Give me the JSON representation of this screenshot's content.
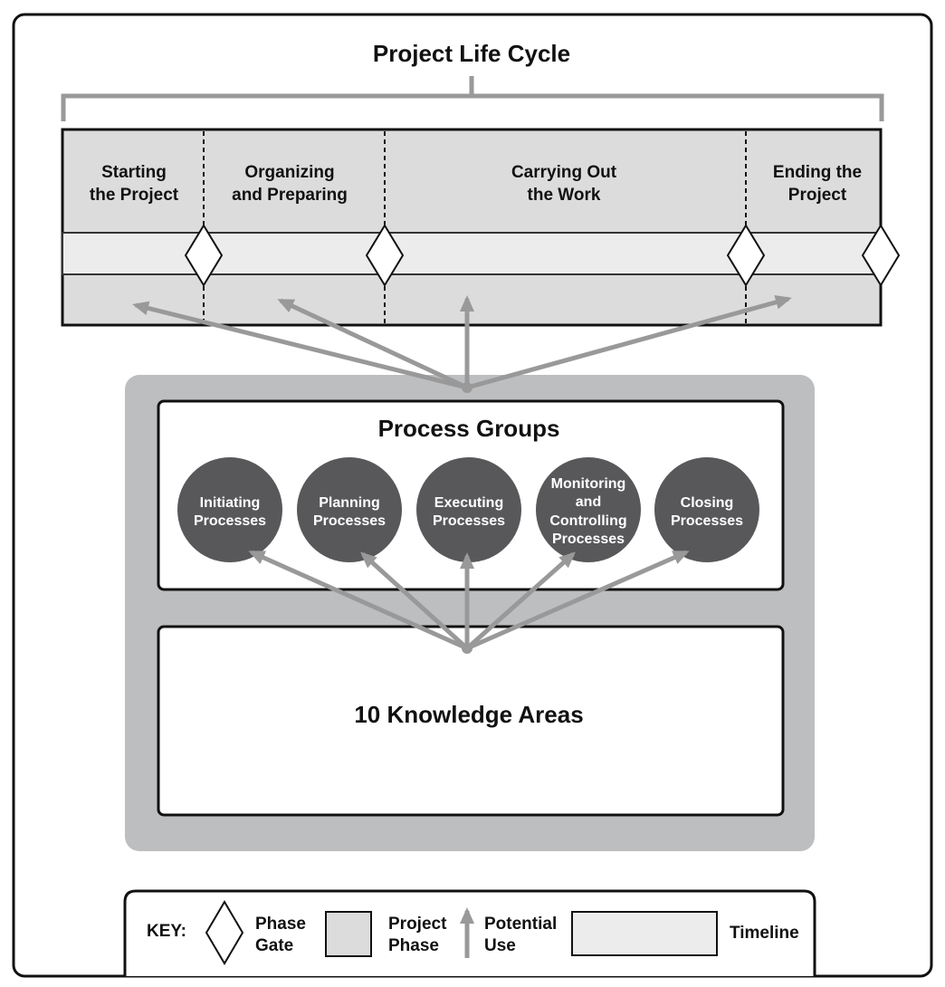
{
  "title": "Project Life Cycle",
  "phases": [
    {
      "lines": [
        "Starting",
        "the Project"
      ]
    },
    {
      "lines": [
        "Organizing",
        "and Preparing"
      ]
    },
    {
      "lines": [
        "Carrying Out",
        "the Work"
      ]
    },
    {
      "lines": [
        "Ending the",
        "Project"
      ]
    }
  ],
  "process_groups": {
    "title": "Process Groups",
    "items": [
      {
        "lines": [
          "Initiating",
          "Processes"
        ]
      },
      {
        "lines": [
          "Planning",
          "Processes"
        ]
      },
      {
        "lines": [
          "Executing",
          "Processes"
        ]
      },
      {
        "lines": [
          "Monitoring",
          "and",
          "Controlling",
          "Processes"
        ]
      },
      {
        "lines": [
          "Closing",
          "Processes"
        ]
      }
    ]
  },
  "knowledge_areas": "10 Knowledge Areas",
  "key": {
    "label": "KEY:",
    "phase_gate": [
      "Phase",
      "Gate"
    ],
    "project_phase": [
      "Project",
      "Phase"
    ],
    "potential_use": [
      "Potential",
      "Use"
    ],
    "timeline": "Timeline"
  },
  "colors": {
    "phase_fill": "#dcdcdd",
    "timeline_fill": "#ececec",
    "outer_panel": "#bdbec0",
    "circle_fill": "#58585b",
    "arrow": "#999999"
  }
}
